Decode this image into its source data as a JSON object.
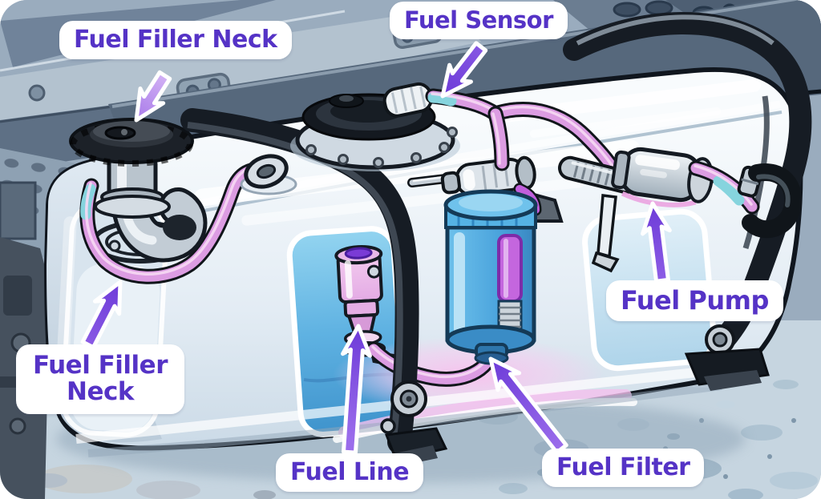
{
  "page": {
    "type": "illustrated-parts-diagram",
    "subject": "Truck fuel tank system components",
    "scene": "cartoon fuel tank mounted on truck chassis above roadway",
    "labels": [
      {
        "id": "fuel-filler-neck-top",
        "text": "Fuel Filler Neck"
      },
      {
        "id": "fuel-sensor",
        "text": "Fuel Sensor"
      },
      {
        "id": "fuel-filler-neck-side",
        "text": "Fuel Filler Neck"
      },
      {
        "id": "fuel-pump",
        "text": "Fuel Pump"
      },
      {
        "id": "fuel-line",
        "text": "Fuel Line"
      },
      {
        "id": "fuel-filter",
        "text": "Fuel Filter"
      }
    ],
    "colors": {
      "label_text": "#5533c6",
      "label_background": "#ffffff",
      "arrow_purple": "#7a49e2",
      "arrow_light_purple": "#c9a3ef",
      "hose_pink": "#dc9ce2",
      "hose_teal": "#86d4de",
      "filter_blue": "#4aa9e2",
      "fuel_window_blue": "#56aede",
      "fitting_pink": "#e8b7e8",
      "strap_black": "#171c22",
      "tank_white": "#f2f7fb",
      "chassis_gray": "#9aacbe",
      "ground_gray_blue": "#c6d5e0"
    }
  }
}
